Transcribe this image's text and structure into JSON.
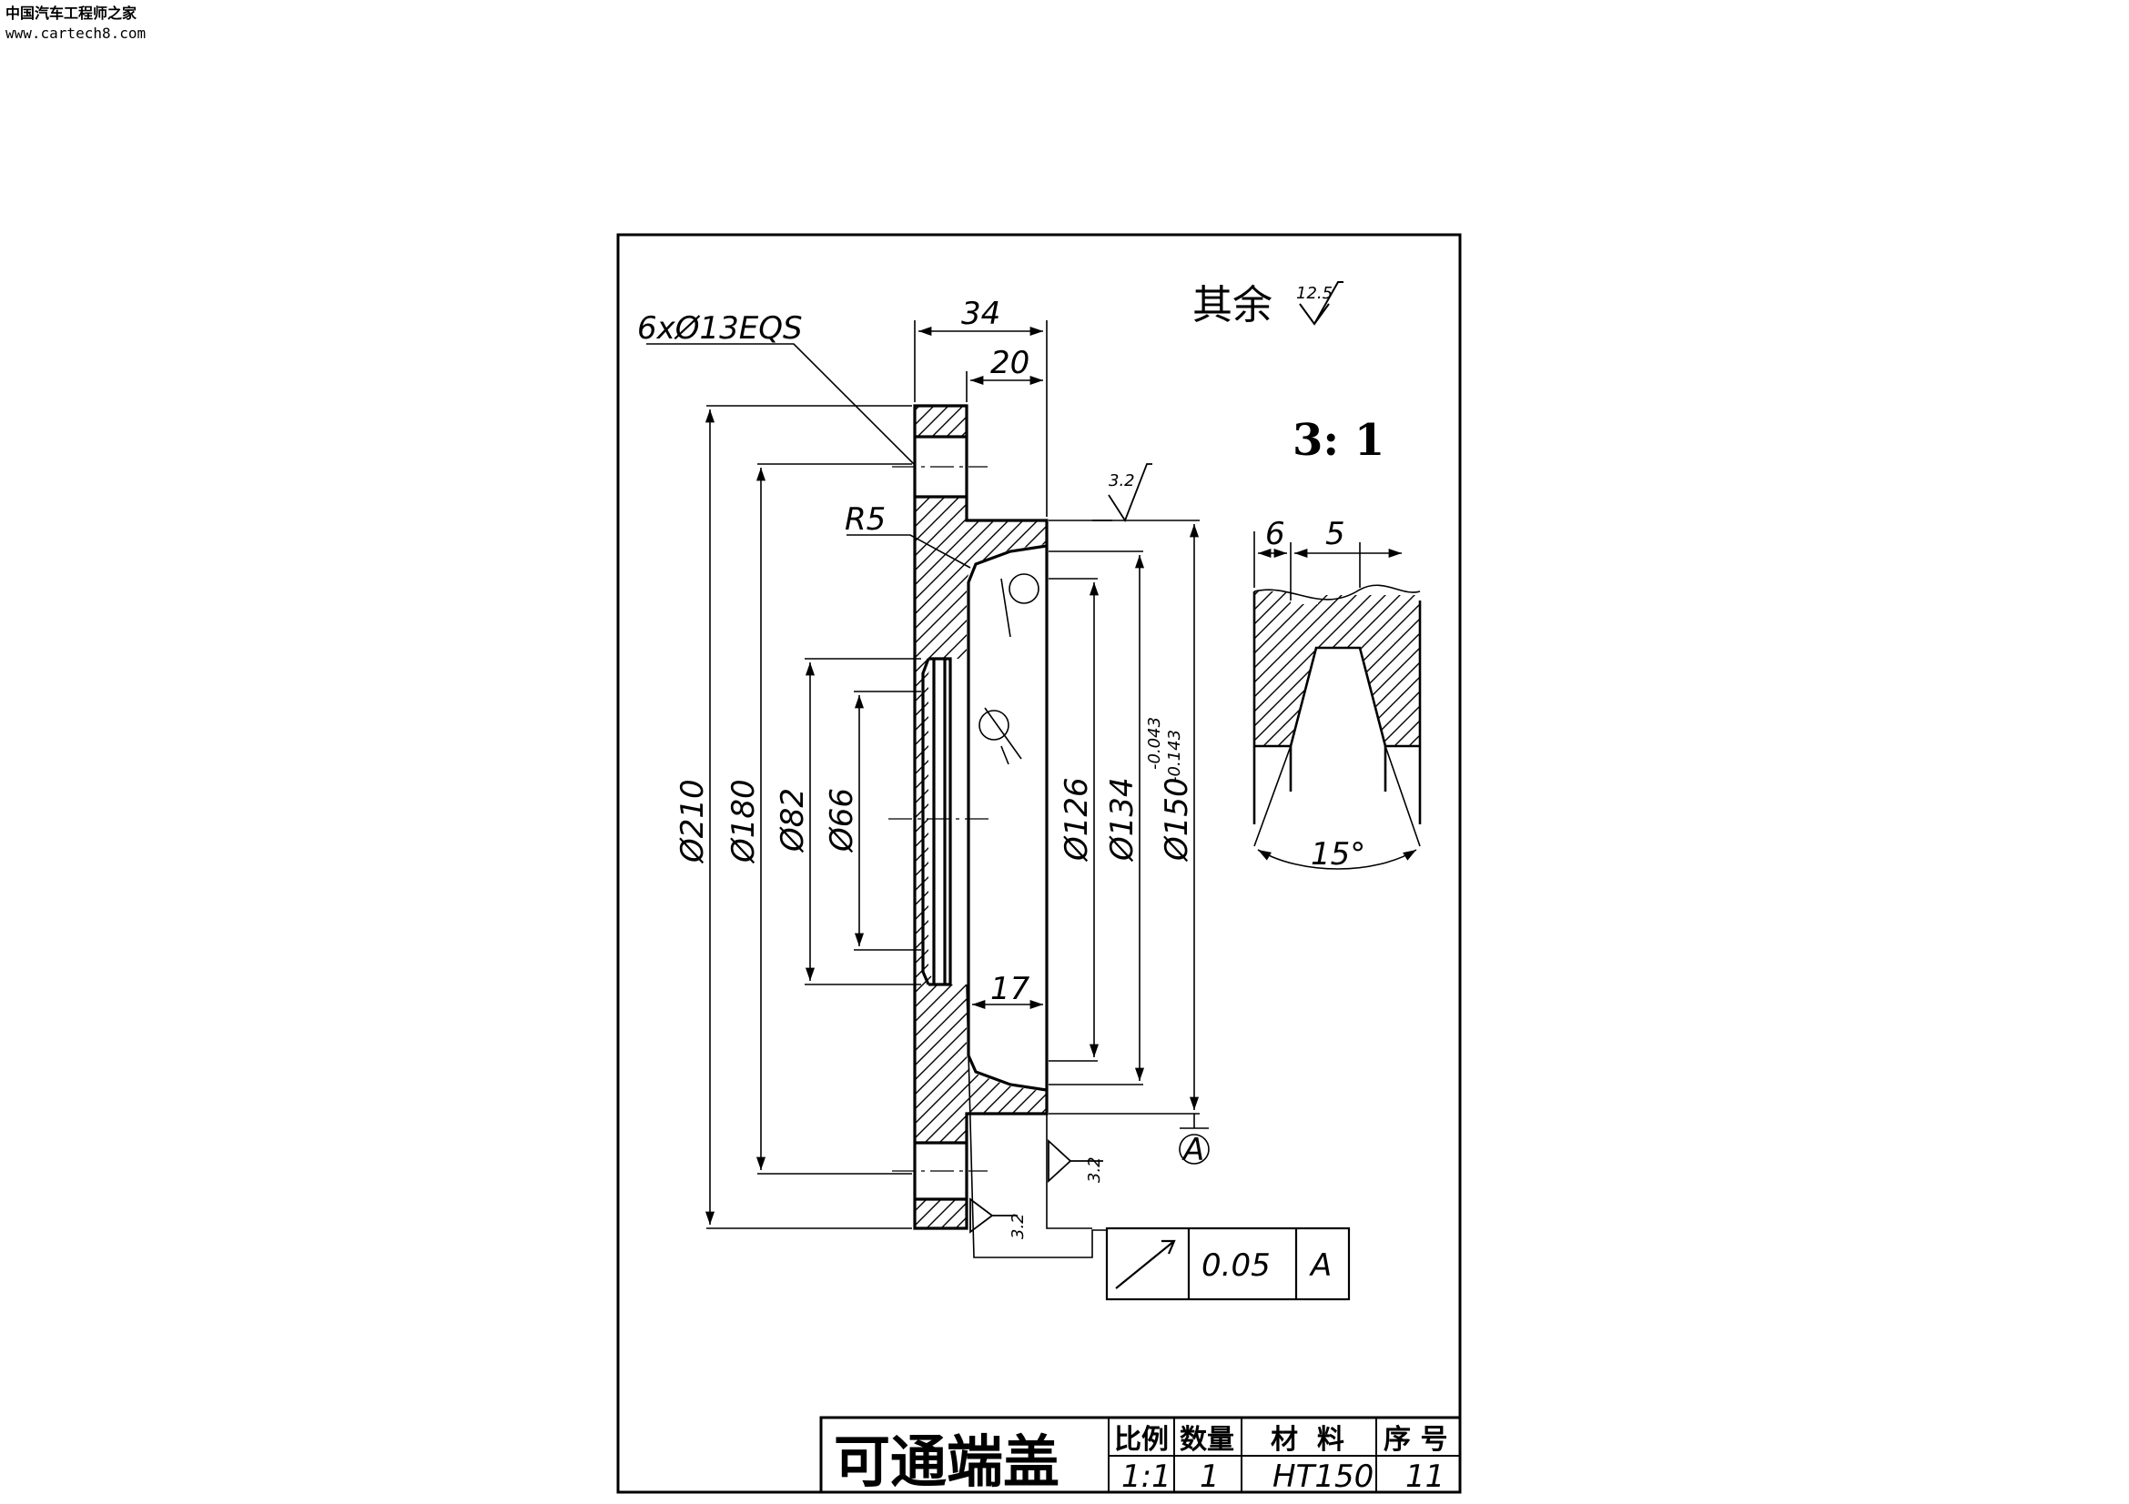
{
  "watermark": {
    "line1": "中国汽车工程师之家",
    "line2": "www.cartech8.com"
  },
  "notes": {
    "general_roughness_label": "其余",
    "general_roughness_value": "12.5",
    "detail_scale": "3: 1",
    "hole_callout": "6xØ13EQS",
    "fillet": "R5",
    "datum": "A"
  },
  "dims": {
    "width_34": "34",
    "width_20": "20",
    "width_17": "17",
    "d210": "Ø210",
    "d180": "Ø180",
    "d82": "Ø82",
    "d66": "Ø66",
    "d126": "Ø126",
    "d134": "Ø134",
    "d150": "Ø150",
    "d150_upper_tol": "-0.043",
    "d150_lower_tol": "-0.143",
    "detail_6": "6",
    "detail_5": "5",
    "detail_angle": "15°"
  },
  "roughness": {
    "face_ra": "3.2",
    "bore_ra": "3.2",
    "bottom_ra": "3.2"
  },
  "tolerance_frame": {
    "value": "0.05",
    "datum": "A"
  },
  "title_block": {
    "part_name": "可通端盖",
    "headers": {
      "scale": "比例",
      "qty": "数量",
      "material": "材  料",
      "seq": "序 号"
    },
    "values": {
      "scale": "1:1",
      "qty": "1",
      "material": "HT150",
      "seq": "11"
    }
  }
}
